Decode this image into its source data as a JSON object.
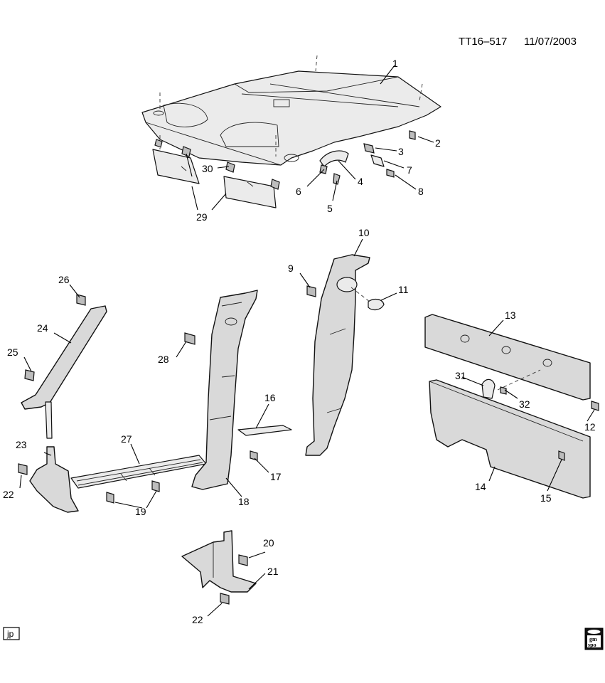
{
  "header": {
    "drawing_id": "TT16–517",
    "date": "11/07/2003"
  },
  "callouts": [
    "1",
    "2",
    "3",
    "4",
    "5",
    "6",
    "7",
    "8",
    "9",
    "10",
    "11",
    "12",
    "13",
    "14",
    "15",
    "16",
    "17",
    "18",
    "19",
    "20",
    "21",
    "22",
    "23",
    "24",
    "25",
    "26",
    "27",
    "28",
    "29",
    "30",
    "31",
    "32"
  ],
  "footer": {
    "initials": "jp",
    "logo_line1": "gm",
    "logo_line2": "spo"
  }
}
